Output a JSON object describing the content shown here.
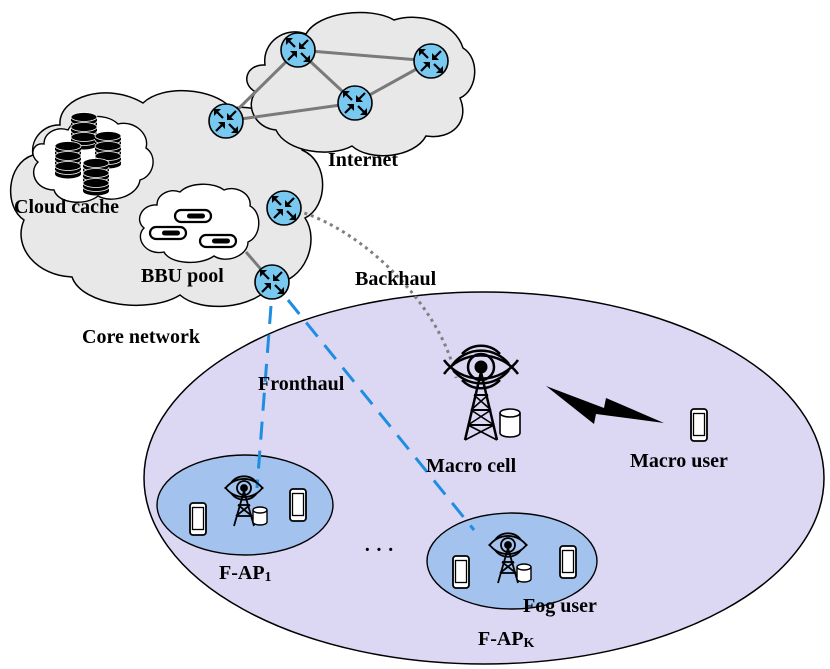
{
  "labels": {
    "internet": "Internet",
    "cloud_cache": "Cloud cache",
    "bbu_pool": "BBU pool",
    "core_network": "Core network",
    "backhaul": "Backhaul",
    "fronthaul": "Fronthaul",
    "macro_cell": "Macro cell",
    "macro_user": "Macro user",
    "fap1_main": "F-AP",
    "fap1_sub": "1",
    "fapk_main": "F-AP",
    "fapk_sub": "K",
    "fog_user": "Fog user",
    "ellipsis": "· · ·"
  },
  "colors": {
    "cloud_fill": "#e8e8e8",
    "cell_fill": "#dcd8f4",
    "fap_fill": "#a3c2ee",
    "router_fill": "#79c8f0",
    "fronthaul_line": "#1f8de0",
    "backhaul_line": "#808080",
    "internet_link": "#7a7a7a"
  }
}
